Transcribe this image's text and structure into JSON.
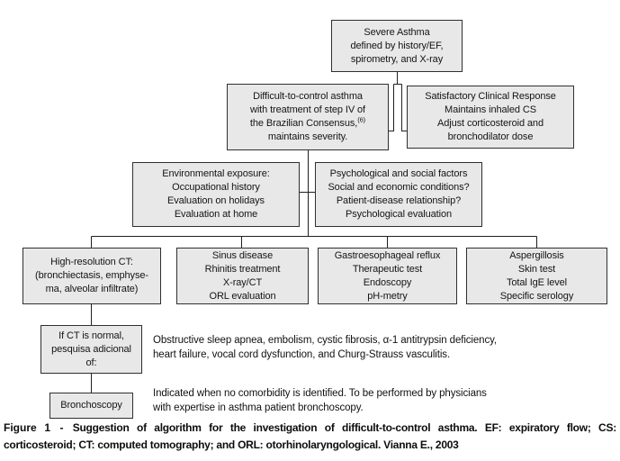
{
  "figure": {
    "boxes": {
      "severe": {
        "lines": [
          "Severe Asthma",
          "defined by history/EF,",
          "spirometry, and X-ray"
        ]
      },
      "difficult": {
        "lines": [
          "Difficult-to-control asthma",
          "with treatment of step IV of",
          "the Brazilian Consensus,",
          "maintains severity."
        ],
        "superscript": "(6)"
      },
      "satisfactory": {
        "lines": [
          "Satisfactory Clinical Response",
          "Maintains inhaled CS",
          "Adjust corticosteroid and",
          "bronchodilator dose"
        ]
      },
      "environmental": {
        "lines": [
          "Environmental exposure:",
          "Occupational history",
          "Evaluation on holidays",
          "Evaluation at home"
        ]
      },
      "psychological": {
        "lines": [
          "Psychological and social factors",
          "Social and economic conditions?",
          "Patient-disease relationship?",
          "Psychological evaluation"
        ]
      },
      "hrct": {
        "lines": [
          "High-resolution CT:",
          "(bronchiectasis, emphyse-",
          "ma, alveolar infiltrate)"
        ]
      },
      "sinus": {
        "lines": [
          "Sinus disease",
          "Rhinitis treatment",
          "X-ray/CT",
          "ORL evaluation"
        ]
      },
      "gerd": {
        "lines": [
          "Gastroesophageal reflux",
          "Therapeutic test",
          "Endoscopy",
          "pH-metry"
        ]
      },
      "aspergillosis": {
        "lines": [
          "Aspergillosis",
          "Skin test",
          "Total IgE level",
          "Specific serology"
        ]
      },
      "if_ct_normal": {
        "lines": [
          "If CT is normal,",
          "pesquisa adicional",
          "of:"
        ]
      },
      "bronchoscopy": {
        "lines": [
          "Bronchoscopy"
        ]
      }
    },
    "notes": {
      "comorbidities": {
        "lines": [
          "Obstructive sleep apnea, embolism, cystic fibrosis, α-1 antitrypsin deficiency,",
          "heart failure, vocal cord dysfunction, and Churg-Strauss vasculitis."
        ]
      },
      "bronchoscopy_note": {
        "lines": [
          "Indicated when no comorbidity is identified. To be performed by physicians",
          "with expertise in asthma patient bronchoscopy."
        ]
      }
    },
    "caption": {
      "label": "Figure 1",
      "separator": "-",
      "text": "Suggestion of algorithm for the investigation of difficult-to-control asthma. EF: expiratory flow; CS: corticosteroid; CT: computed tomography; and ORL: otorhinolaryngological. Vianna E., 2003"
    }
  },
  "colors": {
    "box_fill": "#e8e8e8",
    "box_border": "#2f2f2f",
    "connector_line": "#1f1f1f",
    "text": "#141414",
    "background": "#ffffff"
  }
}
